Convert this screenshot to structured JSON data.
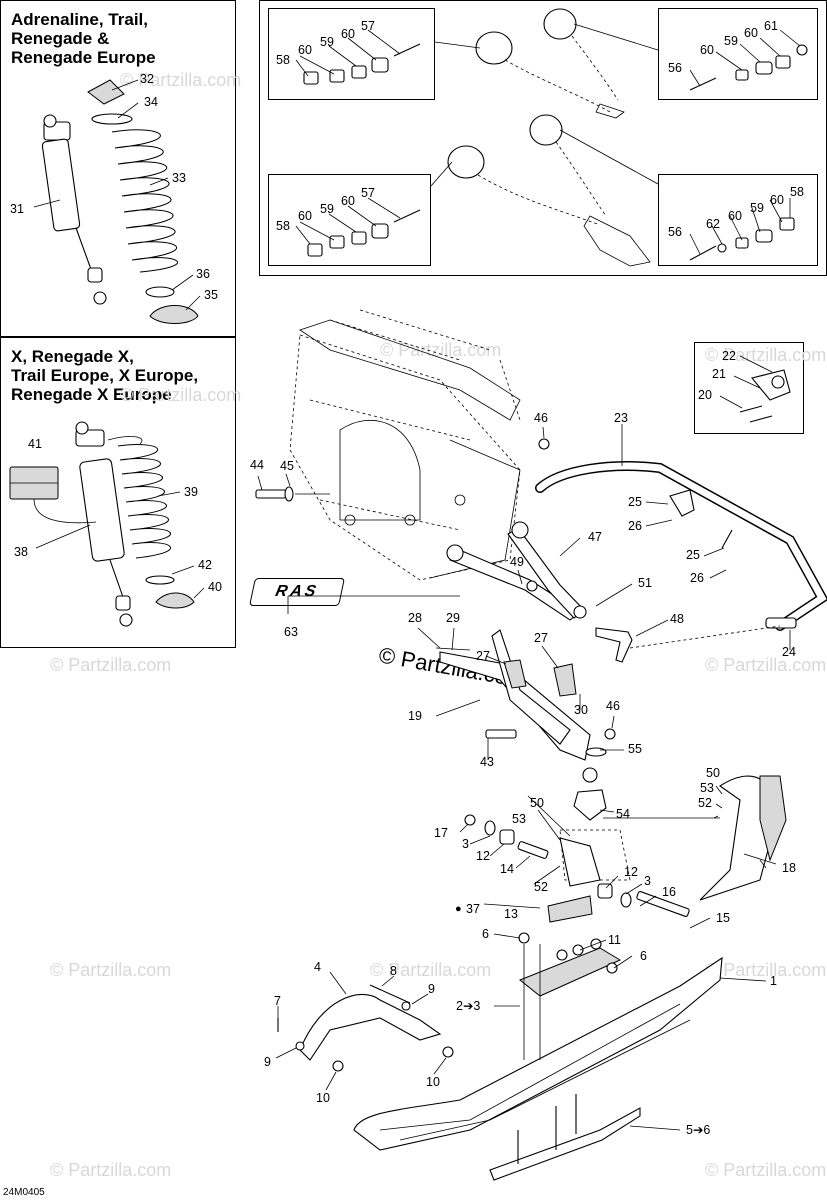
{
  "panels": {
    "top_left_title": "Adrenaline, Trail,\nRenegade &\nRenegade Europe",
    "mid_left_title": "X, Renegade X,\nTrail Europe, X Europe,\nRenegade X Europe"
  },
  "logo_text": "RAS",
  "watermark": "© Partzilla.com",
  "diagram_code": "24M0405",
  "callouts": {
    "c1": "1",
    "c2to3": "2➔3",
    "c3a": "3",
    "c3b": "3",
    "c4": "4",
    "c5to6": "5➔6",
    "c6a": "6",
    "c6b": "6",
    "c7": "7",
    "c8": "8",
    "c9a": "9",
    "c9b": "9",
    "c10a": "10",
    "c10b": "10",
    "c11": "11",
    "c12a": "12",
    "c12b": "12",
    "c13": "13",
    "c14": "14",
    "c15": "15",
    "c16": "16",
    "c17": "17",
    "c18": "18",
    "c19": "19",
    "c20": "20",
    "c21": "21",
    "c22": "22",
    "c23": "23",
    "c24": "24",
    "c25a": "25",
    "c25b": "25",
    "c26a": "26",
    "c26b": "26",
    "c27a": "27",
    "c27b": "27",
    "c28": "28",
    "c29": "29",
    "c30": "30",
    "c31": "31",
    "c32": "32",
    "c33": "33",
    "c34": "34",
    "c35": "35",
    "c36": "36",
    "c37": "37",
    "c38": "38",
    "c39": "39",
    "c40": "40",
    "c41": "41",
    "c42": "42",
    "c43": "43",
    "c44": "44",
    "c45": "45",
    "c46a": "46",
    "c46b": "46",
    "c47": "47",
    "c48": "48",
    "c49": "49",
    "c50a": "50",
    "c50b": "50",
    "c51": "51",
    "c52a": "52",
    "c52b": "52",
    "c53a": "53",
    "c53b": "53",
    "c54": "54",
    "c55": "55",
    "c56a": "56",
    "c56b": "56",
    "c57a": "57",
    "c57b": "57",
    "c58a": "58",
    "c58b": "58",
    "c58c": "58",
    "c59a": "59",
    "c59b": "59",
    "c59c": "59",
    "c59d": "59",
    "c60a": "60",
    "c60b": "60",
    "c60c": "60",
    "c60d": "60",
    "c60e": "60",
    "c60f": "60",
    "c60g": "60",
    "c60h": "60",
    "c61": "61",
    "c62": "62",
    "c63": "63"
  },
  "glue_icon": "drop-icon"
}
